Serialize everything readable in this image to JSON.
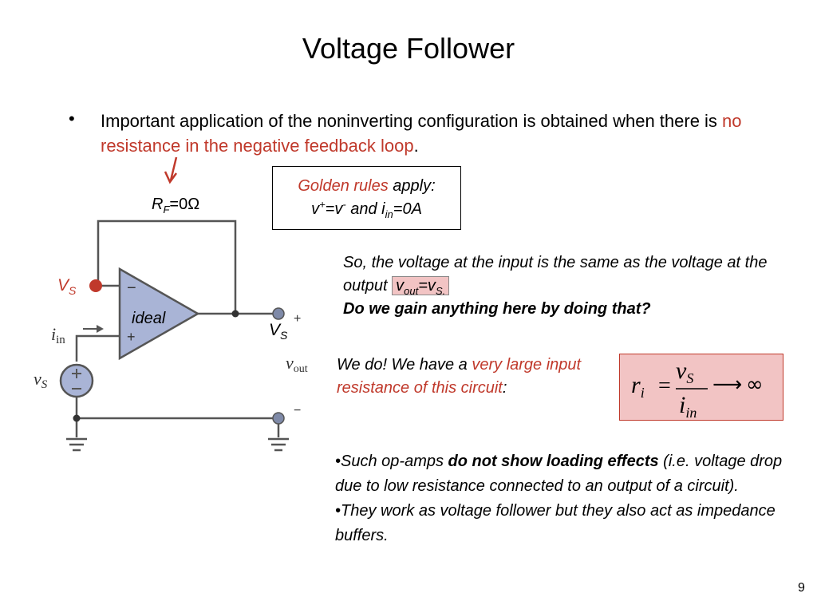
{
  "title": "Voltage Follower",
  "bullet": {
    "dot": "•",
    "text_before": "Important application of the noninverting configuration is obtained when there is ",
    "text_highlight": "no resistance in the negative feedback loop",
    "text_after": "."
  },
  "circuit": {
    "rf_label": "R",
    "rf_sub": "F",
    "rf_value": "=0Ω",
    "vs_left_label": "V",
    "vs_left_sub": "S",
    "minus_sign": "−",
    "plus_sign": "+",
    "ideal_label": "ideal",
    "iin_label": "i",
    "iin_sub": "in",
    "vs_source_label": "v",
    "vs_source_sub": "S",
    "out_plus": "+",
    "out_minus": "−",
    "vs_right_label": "V",
    "vs_right_sub": "S",
    "vout_label": "v",
    "vout_sub": "out"
  },
  "golden": {
    "highlight": "Golden rules",
    "rest": " apply:",
    "line2_v": "v",
    "line2_plus": "+",
    "line2_eq": "=v",
    "line2_minus": "-",
    "line2_and": " and i",
    "line2_in": "in",
    "line2_end": "=0A"
  },
  "so_text": {
    "line1": "So, the voltage at the input is the same as the voltage at the output ",
    "vout_v": "v",
    "vout_sub": "out",
    "vout_eq": "=v",
    "vout_s": "S.",
    "question": "Do we gain anything here by doing that?"
  },
  "we_do": {
    "before": "We do!  We have a ",
    "highlight": "very large input resistance of this circuit",
    "after": ":"
  },
  "formula": {
    "lhs": "r",
    "lhs_sub": "i",
    "eq": "=",
    "num": "v",
    "num_sub": "S",
    "den": "i",
    "den_sub": "in",
    "arrow": "⟶",
    "infinity": "∞"
  },
  "loading": {
    "b1_dot": "•",
    "b1_before": "Such op-amps ",
    "b1_bold": "do not show loading effects",
    "b1_after": " (i.e. voltage drop due to low resistance connected to an output of a circuit).",
    "b2_dot": "•",
    "b2_text": "They work as voltage follower but they also act as impedance buffers."
  },
  "page_number": "9",
  "colors": {
    "accent_red": "#c0392b",
    "pink_fill": "#f2c4c4",
    "opamp_fill": "#a9b4d6"
  }
}
